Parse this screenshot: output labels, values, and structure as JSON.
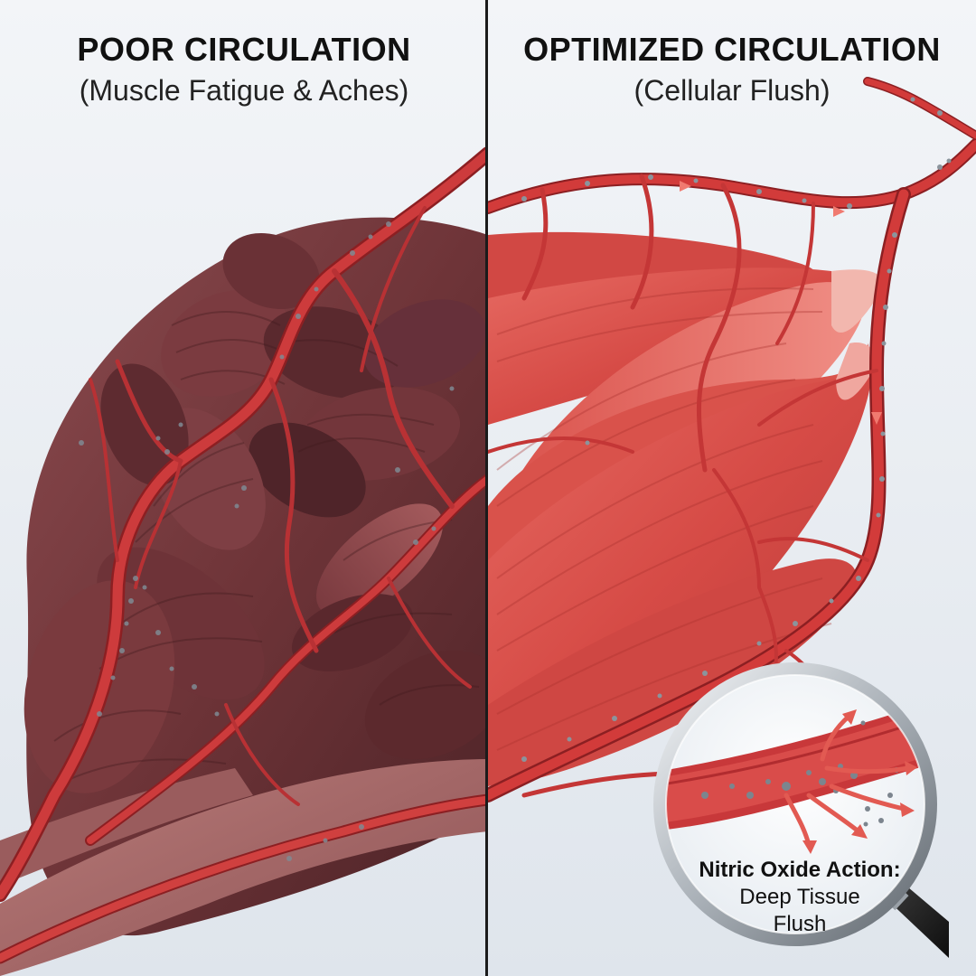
{
  "left_panel": {
    "title": "POOR CIRCULATION",
    "subtitle": "(Muscle Fatigue & Aches)",
    "muscle_color": "#6e3438",
    "vessel_color": "#c8383a"
  },
  "right_panel": {
    "title": "OPTIMIZED CIRCULATION",
    "subtitle": "(Cellular Flush)",
    "muscle_color": "#d64b46",
    "vessel_color": "#cf3535"
  },
  "magnifier": {
    "line1": "Nitric Oxide Action:",
    "line2": "Deep Tissue",
    "line3": "Flush",
    "arrow_color": "#e25a52"
  }
}
